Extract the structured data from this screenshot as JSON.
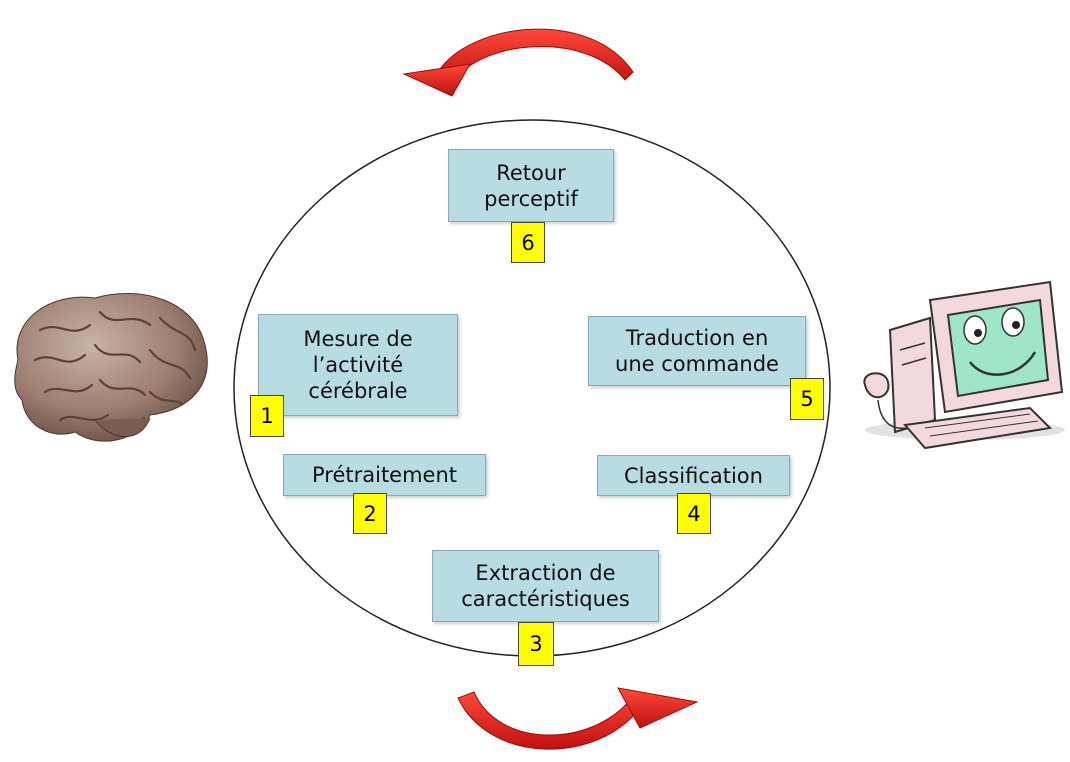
{
  "steps": [
    {
      "number": "1",
      "lines": [
        "Mesure de",
        "l’activité",
        "cérébrale"
      ]
    },
    {
      "number": "2",
      "lines": [
        "Prétraitement"
      ]
    },
    {
      "number": "3",
      "lines": [
        "Extraction de",
        "caractéristiques"
      ]
    },
    {
      "number": "4",
      "lines": [
        "Classification"
      ]
    },
    {
      "number": "5",
      "lines": [
        "Traduction en",
        "une commande"
      ]
    },
    {
      "number": "6",
      "lines": [
        "Retour",
        "perceptif"
      ]
    }
  ],
  "colors": {
    "step_box": "#b7dde3",
    "number_badge": "#ffff00",
    "arrow": "#e21b1b",
    "circle": "#222222",
    "screen": "#9fe6c8"
  },
  "icons": [
    "brain-icon",
    "computer-mascot-icon",
    "curved-arrow-icon"
  ]
}
